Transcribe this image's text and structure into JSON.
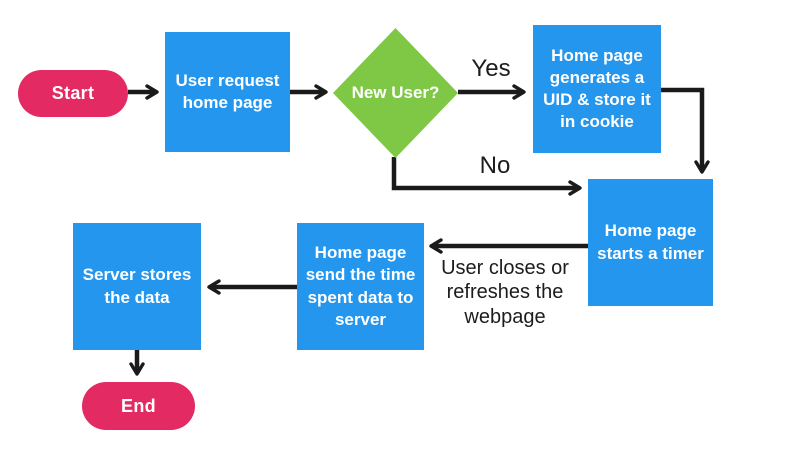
{
  "diagram": {
    "type": "flowchart",
    "colors": {
      "process_fill": "#2596EE",
      "decision_fill": "#7EC845",
      "terminal_fill": "#E32A63",
      "connector": "#1a1a1a",
      "node_text": "#ffffff",
      "label_text": "#1c1c1c",
      "canvas_bg": "#ffffff"
    },
    "nodes": {
      "start": {
        "label": "Start",
        "shape": "pill",
        "role": "terminal"
      },
      "request_home": {
        "label": "User request home page",
        "shape": "rectangle",
        "role": "process"
      },
      "new_user": {
        "label": "New User?",
        "shape": "diamond",
        "role": "decision"
      },
      "generate_uid": {
        "label": "Home page generates a UID & store it in cookie",
        "shape": "rectangle",
        "role": "process"
      },
      "start_timer": {
        "label": "Home page starts a timer",
        "shape": "rectangle",
        "role": "process"
      },
      "send_data": {
        "label": "Home page send the time spent data to server",
        "shape": "rectangle",
        "role": "process"
      },
      "store_data": {
        "label": "Server stores the data",
        "shape": "rectangle",
        "role": "process"
      },
      "end": {
        "label": "End",
        "shape": "pill",
        "role": "terminal"
      }
    },
    "edges": [
      {
        "from": "start",
        "to": "request_home",
        "label": ""
      },
      {
        "from": "request_home",
        "to": "new_user",
        "label": ""
      },
      {
        "from": "new_user",
        "to": "generate_uid",
        "label": "Yes"
      },
      {
        "from": "new_user",
        "to": "start_timer",
        "label": "No"
      },
      {
        "from": "generate_uid",
        "to": "start_timer",
        "label": ""
      },
      {
        "from": "start_timer",
        "to": "send_data",
        "label": "User closes or refreshes the webpage"
      },
      {
        "from": "send_data",
        "to": "store_data",
        "label": ""
      },
      {
        "from": "store_data",
        "to": "end",
        "label": ""
      }
    ]
  }
}
